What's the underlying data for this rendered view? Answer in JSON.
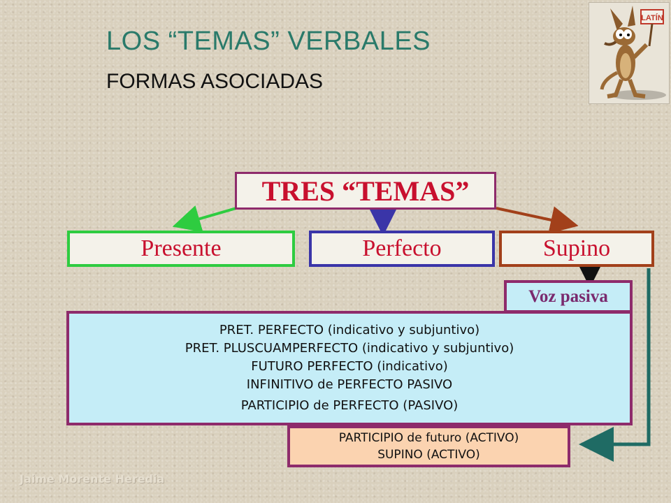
{
  "slide": {
    "title": "LOS “TEMAS” VERBALES",
    "subtitle": "FORMAS ASOCIADAS",
    "logo_text": "LATÍN",
    "credit": "Jaime Morente Heredia"
  },
  "diagram": {
    "root": "TRES “TEMAS”",
    "stems": [
      {
        "label": "Presente",
        "color": "#2ecc40"
      },
      {
        "label": "Perfecto",
        "color": "#3a35a8"
      },
      {
        "label": "Supino",
        "color": "#a2401a"
      }
    ],
    "voz_pasiva": "Voz pasiva",
    "perfecto_forms": [
      "PRET. PERFECTO (indicativo y subjuntivo)",
      "PRET. PLUSCUAMPERFECTO (indicativo y subjuntivo)",
      "FUTURO PERFECTO (indicativo)",
      "INFINITIVO de PERFECTO PASIVO",
      "PARTICIPIO de PERFECTO (PASIVO)"
    ],
    "supino_forms": [
      "PARTICIPIO de futuro (ACTIVO)",
      "SUPINO (ACTIVO)"
    ]
  },
  "colors": {
    "title": "#2a7a6a",
    "root_text": "#c8102e",
    "box_border": "#8e2b6b",
    "forms_fill": "#c5edf7",
    "supino_fill": "#fbd3b0",
    "teal_arrow": "#1f6b64"
  }
}
